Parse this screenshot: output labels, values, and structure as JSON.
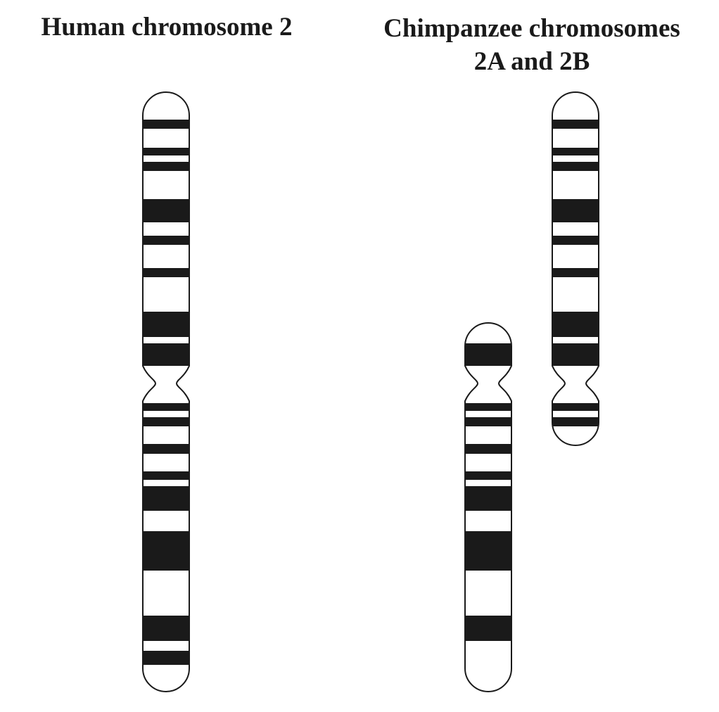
{
  "human": {
    "title": "Human chromosome 2"
  },
  "chimpanzee": {
    "title_line1": "Chimpanzee chromosomes",
    "title_line2": "2A and 2B"
  },
  "colors": {
    "band": "#1a1a1a",
    "outline": "#1a1a1a",
    "background": "#ffffff"
  }
}
